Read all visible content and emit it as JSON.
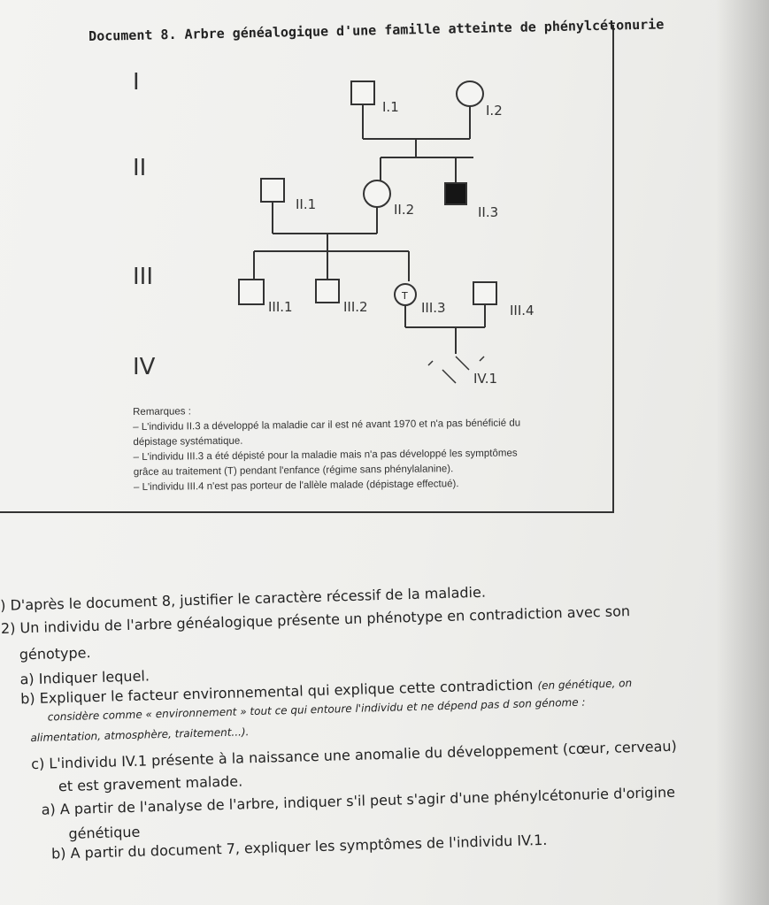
{
  "document": {
    "title": "Document 8. Arbre généalogique d'une famille atteinte de phénylcétonurie",
    "generations": [
      "I",
      "II",
      "III",
      "IV"
    ],
    "individuals": {
      "I1": "I.1",
      "I2": "I.2",
      "II1": "II.1",
      "II2": "II.2",
      "II3": "II.3",
      "III1": "III.1",
      "III2": "III.2",
      "III3": "III.3",
      "III4": "III.4",
      "IV1": "IV.1"
    },
    "treatment_mark": "T",
    "remarks": [
      "Remarques :",
      "– L'individu II.3 a développé la maladie car il est né avant 1970 et n'a pas bénéficié du",
      "dépistage systématique.",
      "– L'individu III.3 a été dépisté pour la maladie mais n'a pas développé les symptômes",
      "grâce au traitement (T) pendant l'enfance (régime sans phénylalanine).",
      "– L'individu III.4 n'est pas porteur de l'allèle malade (dépistage effectué)."
    ]
  },
  "questions": [
    ") D'après le document 8, justifier le caractère récessif de la maladie.",
    "2) Un individu de l'arbre généalogique présente un phénotype en contradiction avec son",
    "génotype.",
    "a) Indiquer lequel.",
    "b) Expliquer le facteur environnemental qui explique cette contradiction",
    "(en génétique, on",
    "considère comme « environnement » tout ce qui entoure l'individu et ne dépend pas d son génome :",
    "alimentation, atmosphère, traitement...).",
    "c) L'individu IV.1 présente à la naissance une anomalie du développement (cœur, cerveau)",
    "et est gravement malade.",
    "a) A partir de l'analyse de l'arbre, indiquer s'il peut s'agir d'une phénylcétonurie d'origine",
    "génétique",
    "b) A partir du document 7, expliquer les symptômes de l'individu IV.1."
  ],
  "colors": {
    "ink": "#222222",
    "affected": "#151515",
    "paper": "#f1f1ee"
  }
}
